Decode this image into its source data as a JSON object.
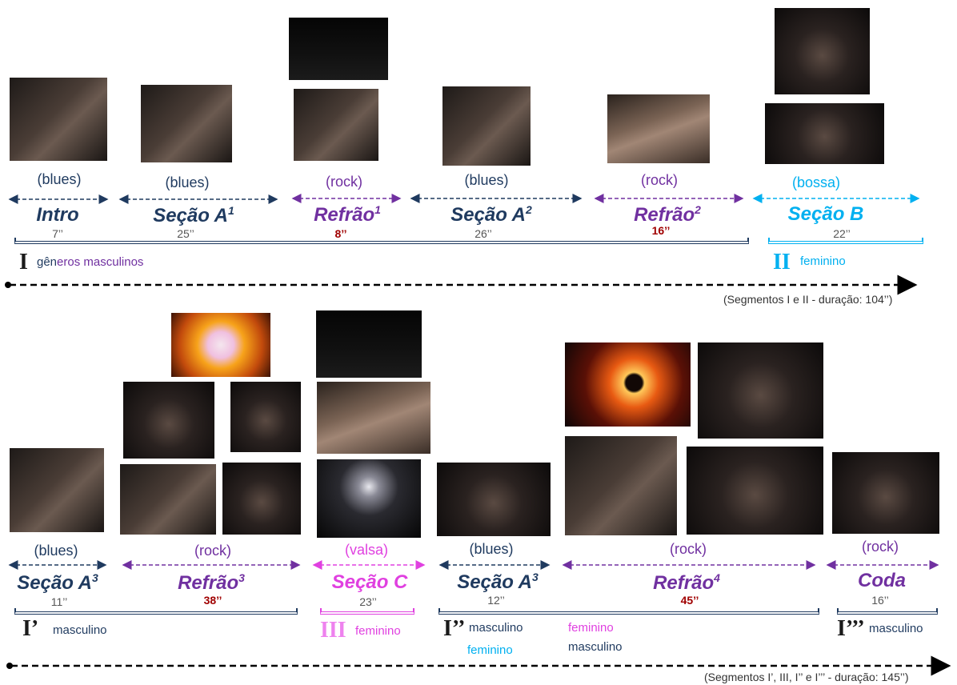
{
  "colors": {
    "navy": "#1f3a5f",
    "purple": "#7030a0",
    "cyan": "#00b0f0",
    "pink": "#e040e0",
    "red": "#a00000"
  },
  "row1": {
    "sections": [
      {
        "genre": "(blues)",
        "title": "Intro",
        "sup": "",
        "duration": "7’’"
      },
      {
        "genre": "(blues)",
        "title": "Seção A",
        "sup": "1",
        "duration": "25’’"
      },
      {
        "genre": "(rock)",
        "title": "Refrão",
        "sup": "1",
        "duration": "8’’"
      },
      {
        "genre": "(blues)",
        "title": "Seção A",
        "sup": "2",
        "duration": "26’’"
      },
      {
        "genre": "(rock)",
        "title": "Refrão",
        "sup": "2",
        "duration": "16’’"
      },
      {
        "genre": "(bossa)",
        "title": "Seção B",
        "sup": "",
        "duration": "22’’"
      }
    ],
    "segments": [
      {
        "label": "I",
        "gender_a": "gên",
        "gender_b": "eros",
        "gender_c": " masculinos"
      },
      {
        "label": "II",
        "gender": "feminino"
      }
    ],
    "note": "(Segmentos I e II - duração: 104’’)"
  },
  "row2": {
    "sections": [
      {
        "genre": "(blues)",
        "title": "Seção A",
        "sup": "3",
        "duration": "11’’"
      },
      {
        "genre": "(rock)",
        "title": "Refrão",
        "sup": "3",
        "duration": "38’’"
      },
      {
        "genre": "(valsa)",
        "title": "Seção C",
        "sup": "",
        "duration": "23’’"
      },
      {
        "genre": "(blues)",
        "title": "Seção A",
        "sup": "3",
        "duration": "12’’"
      },
      {
        "genre": "(rock)",
        "title": "Refrão",
        "sup": "4",
        "duration": "45’’"
      },
      {
        "genre": "(rock)",
        "title": "Coda",
        "sup": "",
        "duration": "16’’"
      }
    ],
    "segments": [
      {
        "label": "I’",
        "gender": "masculino"
      },
      {
        "label": "III",
        "gender": "feminino"
      },
      {
        "label": "I’’",
        "gender1": "masculino",
        "gender2": "feminino",
        "gender3": "feminino",
        "gender4": "masculino"
      },
      {
        "label": "I’’’",
        "gender": "masculino"
      }
    ],
    "note": "(Segmentos I’, III, I’’ e  I’’’ - duração: 145’’)"
  }
}
